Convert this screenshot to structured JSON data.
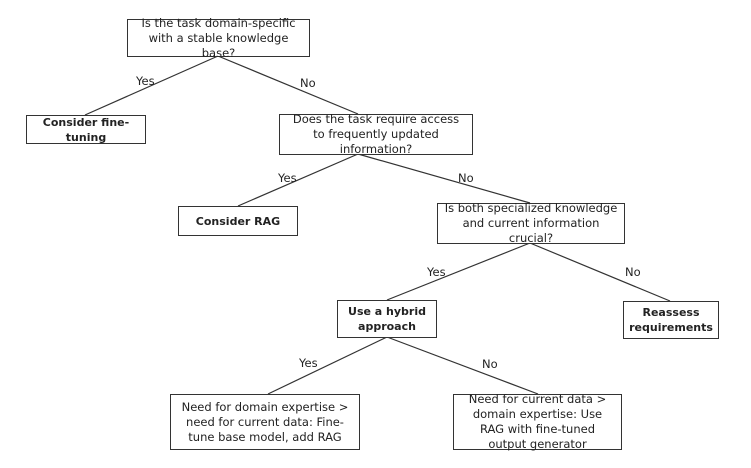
{
  "nodes": {
    "q1": "Is the task domain-specific with a stable knowledge base?",
    "fine_tuning": "Consider fine-tuning",
    "q2": "Does the task require access to frequently updated information?",
    "rag": "Consider RAG",
    "q3": "Is both specialized knowledge and current information crucial?",
    "hybrid": "Use a hybrid approach",
    "reassess": "Reassess requirements",
    "leaf_domain": "Need for domain expertise > need for current data: Fine-tune base model, add RAG",
    "leaf_current": "Need for current data > domain expertise: Use RAG with fine-tuned output generator"
  },
  "edge_labels": {
    "q1_yes": "Yes",
    "q1_no": "No",
    "q2_yes": "Yes",
    "q2_no": "No",
    "q3_yes": "Yes",
    "q3_no": "No",
    "hybrid_yes": "Yes",
    "hybrid_no": "No"
  },
  "colors": {
    "line": "#333333",
    "border": "#333333",
    "text": "#222222",
    "background": "#ffffff"
  }
}
